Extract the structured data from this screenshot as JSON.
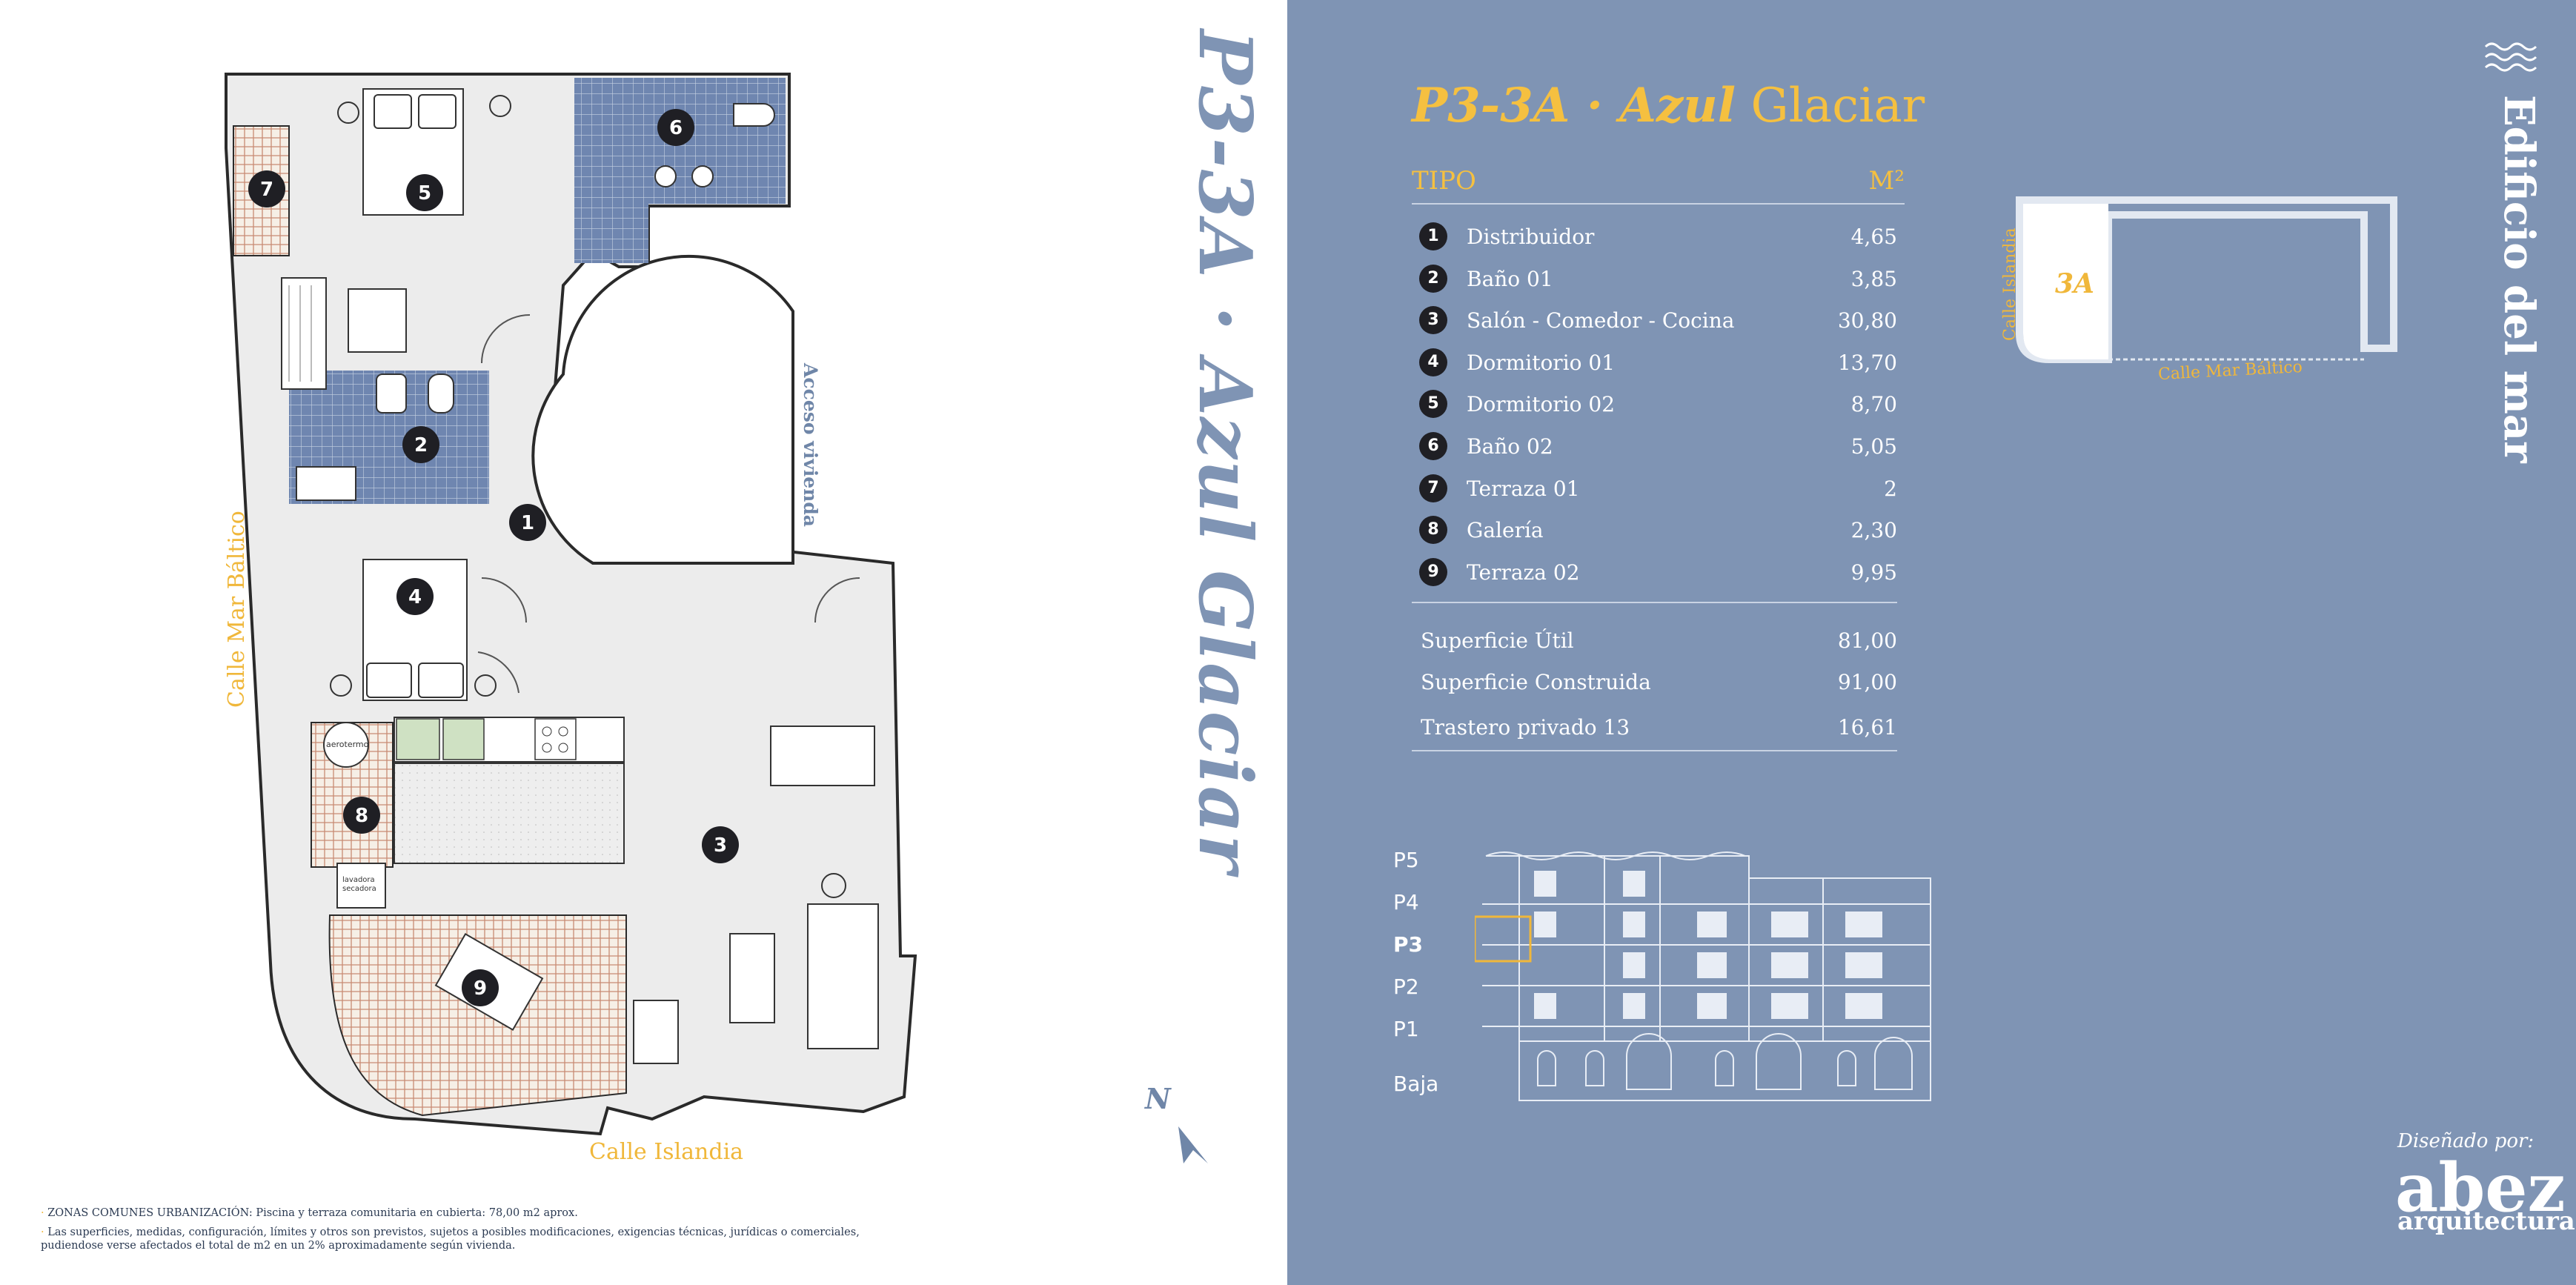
{
  "unit_title": "P3-3A · Azul Glaciar",
  "right_title": {
    "code": "P3-3A · Azul",
    "name": " Glaciar"
  },
  "streets": {
    "mar_baltico": "Calle Mar Báltico",
    "islandia": "Calle Islandia"
  },
  "acceso": "Acceso vivienda",
  "north_label": "N",
  "plan_labels": {
    "aerotermo": "aerotermo",
    "lavadora": "lavadora",
    "secadora": "secadora"
  },
  "notes": [
    {
      "bullet": "·",
      "text": "ZONAS COMUNES URBANIZACIÓN: Piscina y terraza comunitaria en cubierta: 78,00 m2 aprox."
    },
    {
      "bullet": "·",
      "text": "Las superficies, medidas, configuración, límites y otros son previstos, sujetos a posibles modificaciones, exigencias técnicas, jurídicas o comerciales, pudiendose verse afectados el total de m2  en un 2% aproximadamente según vivienda."
    }
  ],
  "table": {
    "head_type": "TIPO",
    "head_unit": "M²",
    "rows": [
      {
        "n": "1",
        "label": "Distribuidor",
        "value": "4,65"
      },
      {
        "n": "2",
        "label": "Baño 01",
        "value": "3,85"
      },
      {
        "n": "3",
        "label": "Salón - Comedor - Cocina",
        "value": "30,80"
      },
      {
        "n": "4",
        "label": "Dormitorio 01",
        "value": "13,70"
      },
      {
        "n": "5",
        "label": "Dormitorio 02",
        "value": "8,70"
      },
      {
        "n": "6",
        "label": "Baño 02",
        "value": "5,05"
      },
      {
        "n": "7",
        "label": "Terraza 01",
        "value": "2"
      },
      {
        "n": "8",
        "label": "Galería",
        "value": "2,30"
      },
      {
        "n": "9",
        "label": "Terraza 02",
        "value": "9,95"
      }
    ],
    "summary": [
      {
        "label": "Superficie Útil",
        "value": "81,00"
      },
      {
        "label": "Superficie Construida",
        "value": "91,00"
      },
      {
        "label": "Trastero privado 13",
        "value": "16,61"
      }
    ]
  },
  "building": "Edificio del mar",
  "keyplan": {
    "unit": "3A",
    "street_left": "Calle Islandia",
    "street_bottom": "Calle Mar Báltico"
  },
  "floors": [
    "P5",
    "P4",
    "P3",
    "P2",
    "P1",
    "Baja"
  ],
  "active_floor": "P3",
  "designed_by": "Diseñado por:",
  "brand_name": "abez",
  "brand_sub": "arquitectura",
  "colors": {
    "accent": "#f0b73a",
    "page_blue": "#7f94b4",
    "tile_blue": "#6f86b0",
    "badge": "#1f1f24"
  }
}
